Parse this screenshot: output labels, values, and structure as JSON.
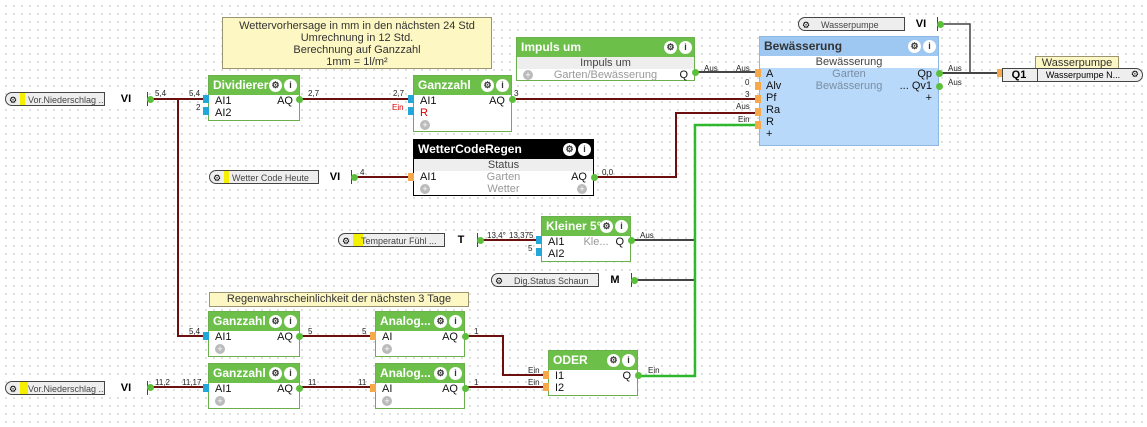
{
  "notes": {
    "forecast": [
      "Wettervorhersage in mm in den nächsten 24 Std",
      "Umrechnung in 12 Std.",
      "Berechnung auf Ganzzahl",
      "1mm = 1l/m²"
    ],
    "rain_prob": "Regenwahrscheinlichkeit der nächsten 3 Tage",
    "pump_tag": "Wasserpumpe"
  },
  "inputs": {
    "niederschlag1": {
      "label": "Vor.Niederschlag ...",
      "type": "VI"
    },
    "wettercode": {
      "label": "Wetter Code Heute",
      "type": "VI"
    },
    "temperatur": {
      "label": "Temperatur  Fühl ...",
      "type": "T"
    },
    "digstatus": {
      "label": "Dig.Status Schaun",
      "type": "M"
    },
    "niederschlag2": {
      "label": "Vor.Niederschlag ...",
      "type": "VI"
    },
    "wasserpumpe": {
      "label": "Wasserpumpe",
      "type": "VI"
    }
  },
  "output": {
    "id": "Q1",
    "label": "Wasserpumpe  N..."
  },
  "blocks": {
    "dividierer": {
      "title": "Dividierer",
      "in": [
        "AI1",
        "AI2"
      ],
      "out": "AQ"
    },
    "ganzzahl1": {
      "title": "Ganzzahl",
      "in": [
        "AI1",
        "R"
      ],
      "out": "AQ"
    },
    "impuls": {
      "title": "Impuls um",
      "sub": "Impuls um",
      "mid": "Garten/Bewässerung",
      "out": "Q"
    },
    "wettercode": {
      "title": "WetterCodeRegen",
      "sub": "Status",
      "in": "AI1",
      "mid1": "Garten",
      "mid2": "Wetter",
      "out": "AQ"
    },
    "kleiner": {
      "title": "Kleiner 5°",
      "in": [
        "AI1",
        "AI2"
      ],
      "mid": "Kle...",
      "out": "Q"
    },
    "bewaesserung": {
      "title": "Bewässerung",
      "sub": "Bewässerung",
      "in": [
        "A",
        "Alv",
        "Pf",
        "Ra",
        "R"
      ],
      "mid1": "Garten",
      "mid2": "Bewässerung",
      "out": [
        "Qp",
        "... Qv1"
      ]
    },
    "ganzzahl2": {
      "title": "Ganzzahl",
      "in": "AI1",
      "out": "AQ"
    },
    "ganzzahl3": {
      "title": "Ganzzahl",
      "in": "AI1",
      "out": "AQ"
    },
    "analog1": {
      "title": "Analog...",
      "in": "AI",
      "out": "AQ"
    },
    "analog2": {
      "title": "Analog...",
      "in": "AI",
      "out": "AQ"
    },
    "oder": {
      "title": "ODER",
      "in": [
        "I1",
        "I2"
      ],
      "out": "Q"
    }
  },
  "wire_values": {
    "n1_out": "5,4",
    "div_in1": "5,4",
    "div_in2": "2",
    "div_out": "2,7",
    "gz1_in": "2,7",
    "gz1_r": "Ein",
    "gz1_out": "3",
    "imp_out": "Aus",
    "bw_a": "Aus",
    "bw_alv": "0",
    "bw_pf": "3",
    "bw_ra": "Aus",
    "bw_r": "Ein",
    "wc_in": "4",
    "wc_out": "0,0",
    "temp_out": "13,4°",
    "kl_in1": "13,375",
    "kl_in2": "5",
    "kl_out": "Aus",
    "gz2_in": "5,4",
    "gz2_out": "5",
    "an1_in": "5",
    "an1_out": "1",
    "n2_out": "11,2",
    "gz3_in": "11,17",
    "gz3_out": "11",
    "an2_in": "11",
    "an2_out": "1",
    "or_in1": "Ein",
    "or_in2": "Ein",
    "or_out": "Ein",
    "bw_qp": "Aus",
    "bw_qv1": "Aus"
  },
  "colors": {
    "block_green": "#6cc04a",
    "wire_dark_red": "#6b0f0f",
    "wire_green": "#2db82d",
    "note_yellow": "#fdf7c3"
  }
}
